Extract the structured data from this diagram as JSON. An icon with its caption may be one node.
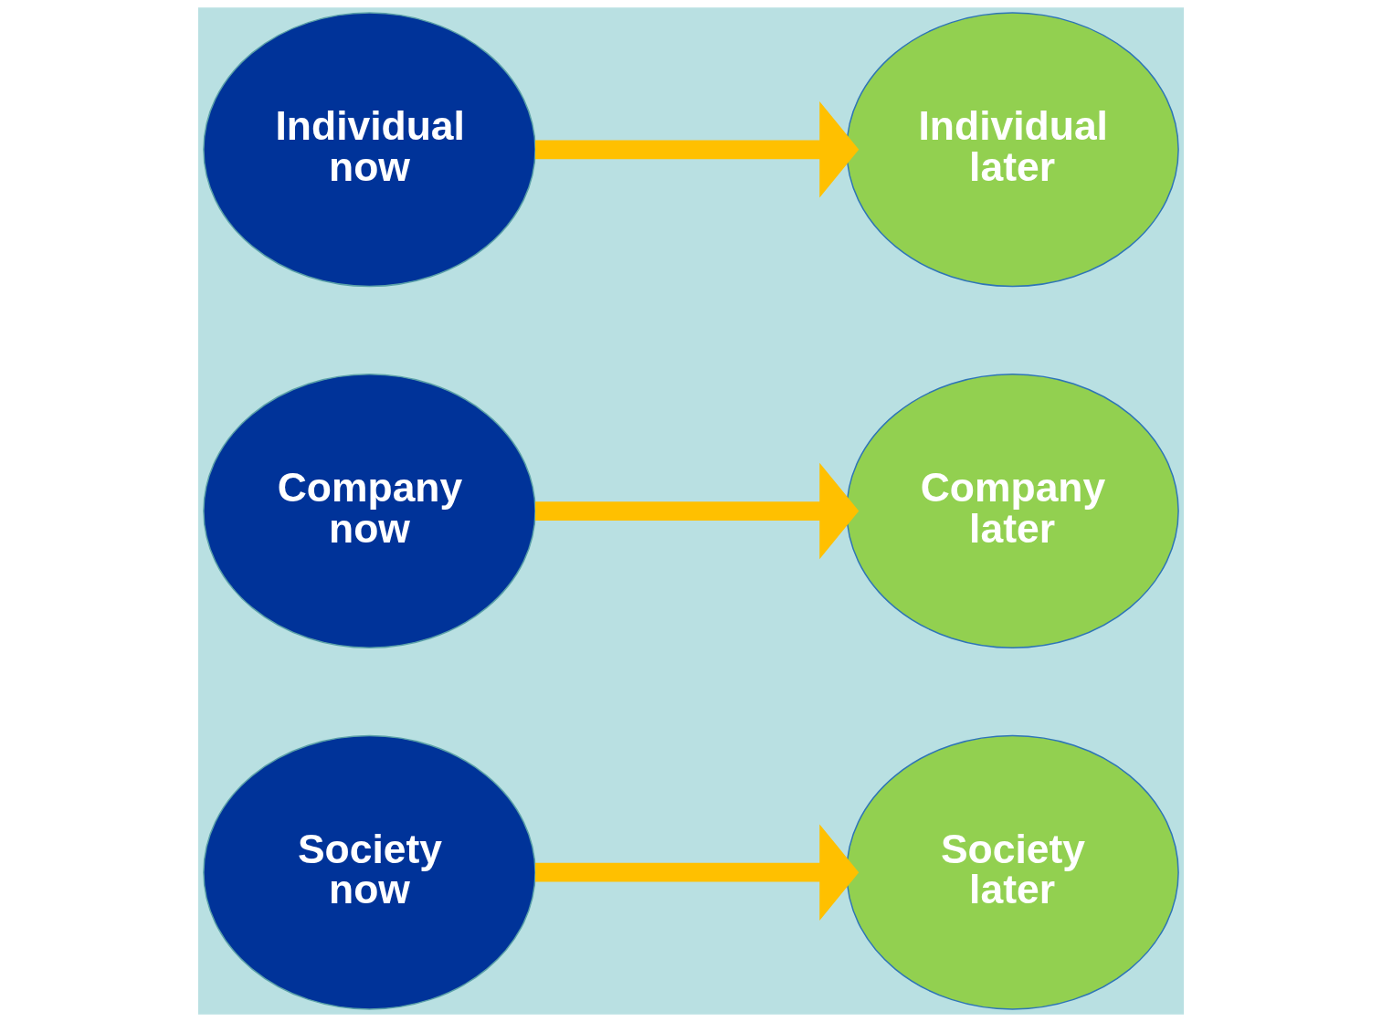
{
  "diagram": {
    "nodes": [
      {
        "text": [
          "Individual now"
        ]
      },
      {
        "text": [
          "Company now"
        ]
      },
      {
        "text": [
          "Society now"
        ]
      },
      {
        "text": [
          "Individual later"
        ]
      },
      {
        "text": [
          "Company later"
        ]
      },
      {
        "text": [
          "Society later"
        ]
      }
    ],
    "edges": [
      {
        "from": 0,
        "to": 3,
        "arrow": "to"
      },
      {
        "from": 1,
        "to": 4,
        "arrow": "to"
      },
      {
        "from": 2,
        "to": 5,
        "arrow": "to"
      }
    ]
  }
}
